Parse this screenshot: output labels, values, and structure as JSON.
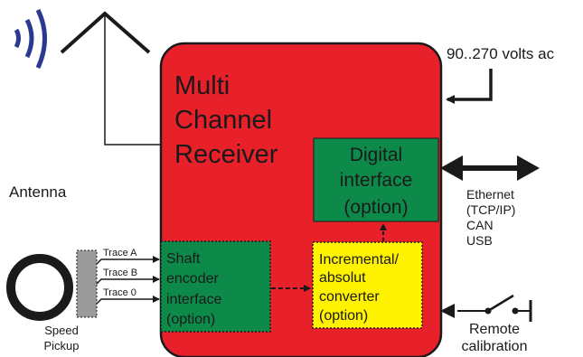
{
  "receiver": {
    "line1": "Multi",
    "line2": "Channel",
    "line3": "Receiver"
  },
  "digital_interface": {
    "line1": "Digital",
    "line2": "interface",
    "line3": "(option)"
  },
  "incremental_converter": {
    "line1": "Incremental/",
    "line2": "absolut",
    "line3": "converter",
    "line4": "(option)"
  },
  "shaft_encoder": {
    "line1": "Shaft",
    "line2": "encoder",
    "line3": "interface",
    "line4": "(option)"
  },
  "power": {
    "label": "90..270 volts ac"
  },
  "antenna": {
    "label": "Antenna"
  },
  "network": {
    "line1": "Ethernet",
    "line2": "(TCP/IP)",
    "line3": "CAN",
    "line4": "USB"
  },
  "speed_pickup": {
    "line1": "Speed",
    "line2": "Pickup"
  },
  "traces": {
    "a": "Trace A",
    "b": "Trace B",
    "zero": "Trace 0"
  },
  "remote": {
    "line1": "Remote",
    "line2": "calibration"
  },
  "colors": {
    "receiver_red": "#e8202a",
    "module_green": "#0d8a4a",
    "converter_yellow": "#fff200",
    "radio_waves": "#2b3990",
    "sensor_gray": "#9a9a9a"
  }
}
